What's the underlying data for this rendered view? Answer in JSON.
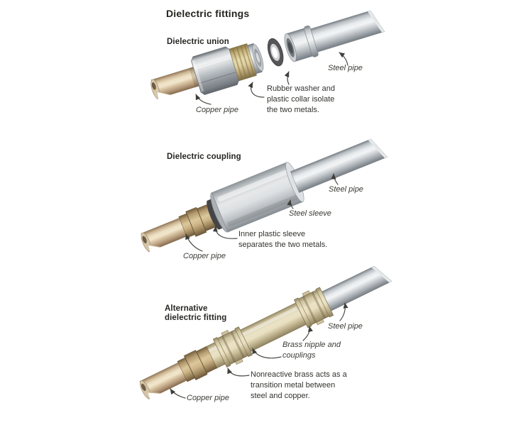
{
  "title": "Dielectric fittings",
  "diagram1": {
    "heading": "Dielectric union",
    "steel_pipe": "Steel pipe",
    "copper_pipe": "Copper pipe",
    "note": "Rubber washer and\nplastic collar isolate\nthe two metals."
  },
  "diagram2": {
    "heading": "Dielectric coupling",
    "steel_pipe": "Steel pipe",
    "steel_sleeve": "Steel sleeve",
    "copper_pipe": "Copper pipe",
    "note": "Inner plastic sleeve\nseparates the two metals."
  },
  "diagram3": {
    "heading": "Alternative\ndielectric fitting",
    "steel_pipe": "Steel pipe",
    "brass_parts": "Brass nipple and\ncouplings",
    "copper_pipe": "Copper pipe",
    "note": "Nonreactive brass acts as a\ntransition metal between\nsteel and copper."
  },
  "colors": {
    "background": "#ffffff",
    "copper_pipe": "#d3c0a0",
    "steel_pipe": "#cfd3d6",
    "brass_fitting": "#e2d9bc",
    "rubber_washer": "#56565a",
    "ink": "#33332f"
  }
}
